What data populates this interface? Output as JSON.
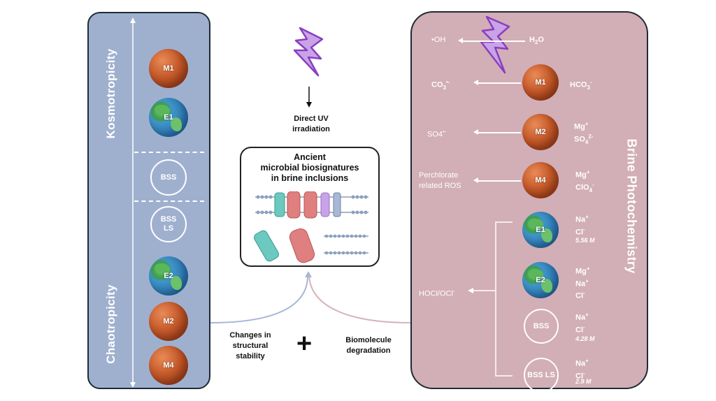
{
  "left_panel": {
    "top_label": "Kosmotropicity",
    "bottom_label": "Chaotropicity",
    "items": [
      {
        "label": "M1",
        "kind": "mars"
      },
      {
        "label": "E1",
        "kind": "earth"
      },
      {
        "label": "BSS",
        "kind": "ring"
      },
      {
        "label": "BSS",
        "label2": "LS",
        "kind": "ring"
      },
      {
        "label": "E2",
        "kind": "earth"
      },
      {
        "label": "M2",
        "kind": "mars"
      },
      {
        "label": "M4",
        "kind": "mars"
      }
    ]
  },
  "center": {
    "uv_label_line1": "Direct UV",
    "uv_label_line2": "irradiation",
    "box_title_line1": "Ancient",
    "box_title_line2": "microbial biosignatures",
    "box_title_line3": "in brine inclusions",
    "left_effect_line1": "Changes in",
    "left_effect_line2": "structural",
    "left_effect_line3": "stability",
    "plus": "+",
    "right_effect_line1": "Biomolecule",
    "right_effect_line2": "degradation"
  },
  "right_panel": {
    "vertical_label": "Brine Photochemistry",
    "top_product": "•OH",
    "top_reactant": "H2O",
    "rows": [
      {
        "product": "CO3•-",
        "planet": "M1",
        "ions": [
          "HCO3-"
        ]
      },
      {
        "product": "SO4•-",
        "planet": "M2",
        "ions": [
          "Mg+",
          "SO42-"
        ]
      },
      {
        "product_line1": "Perchlorate",
        "product_line2": "related ROS",
        "planet": "M4",
        "ions": [
          "Mg+",
          "ClO4-"
        ]
      }
    ],
    "bracket_product": "HOCl/OCl-",
    "bracket_rows": [
      {
        "planet": "E1",
        "ions": [
          "Na+",
          "Cl-"
        ],
        "conc": "5.56 M"
      },
      {
        "planet": "E2",
        "ions": [
          "Mg+",
          "Na+",
          "Cl-"
        ],
        "conc": ""
      },
      {
        "planet": "BSS",
        "ions": [
          "Na+",
          "Cl-"
        ],
        "conc": "4.28 M"
      },
      {
        "planet": "BSS LS",
        "ions": [
          "Na+",
          "Cl-"
        ],
        "conc": "2.9 M"
      }
    ]
  },
  "colors": {
    "left_panel": "#9fb0cf",
    "right_panel": "#d2aeb6",
    "lightning": "#c9a3e8",
    "protein_red": "#e07f7f",
    "protein_teal": "#6cc9c0"
  }
}
